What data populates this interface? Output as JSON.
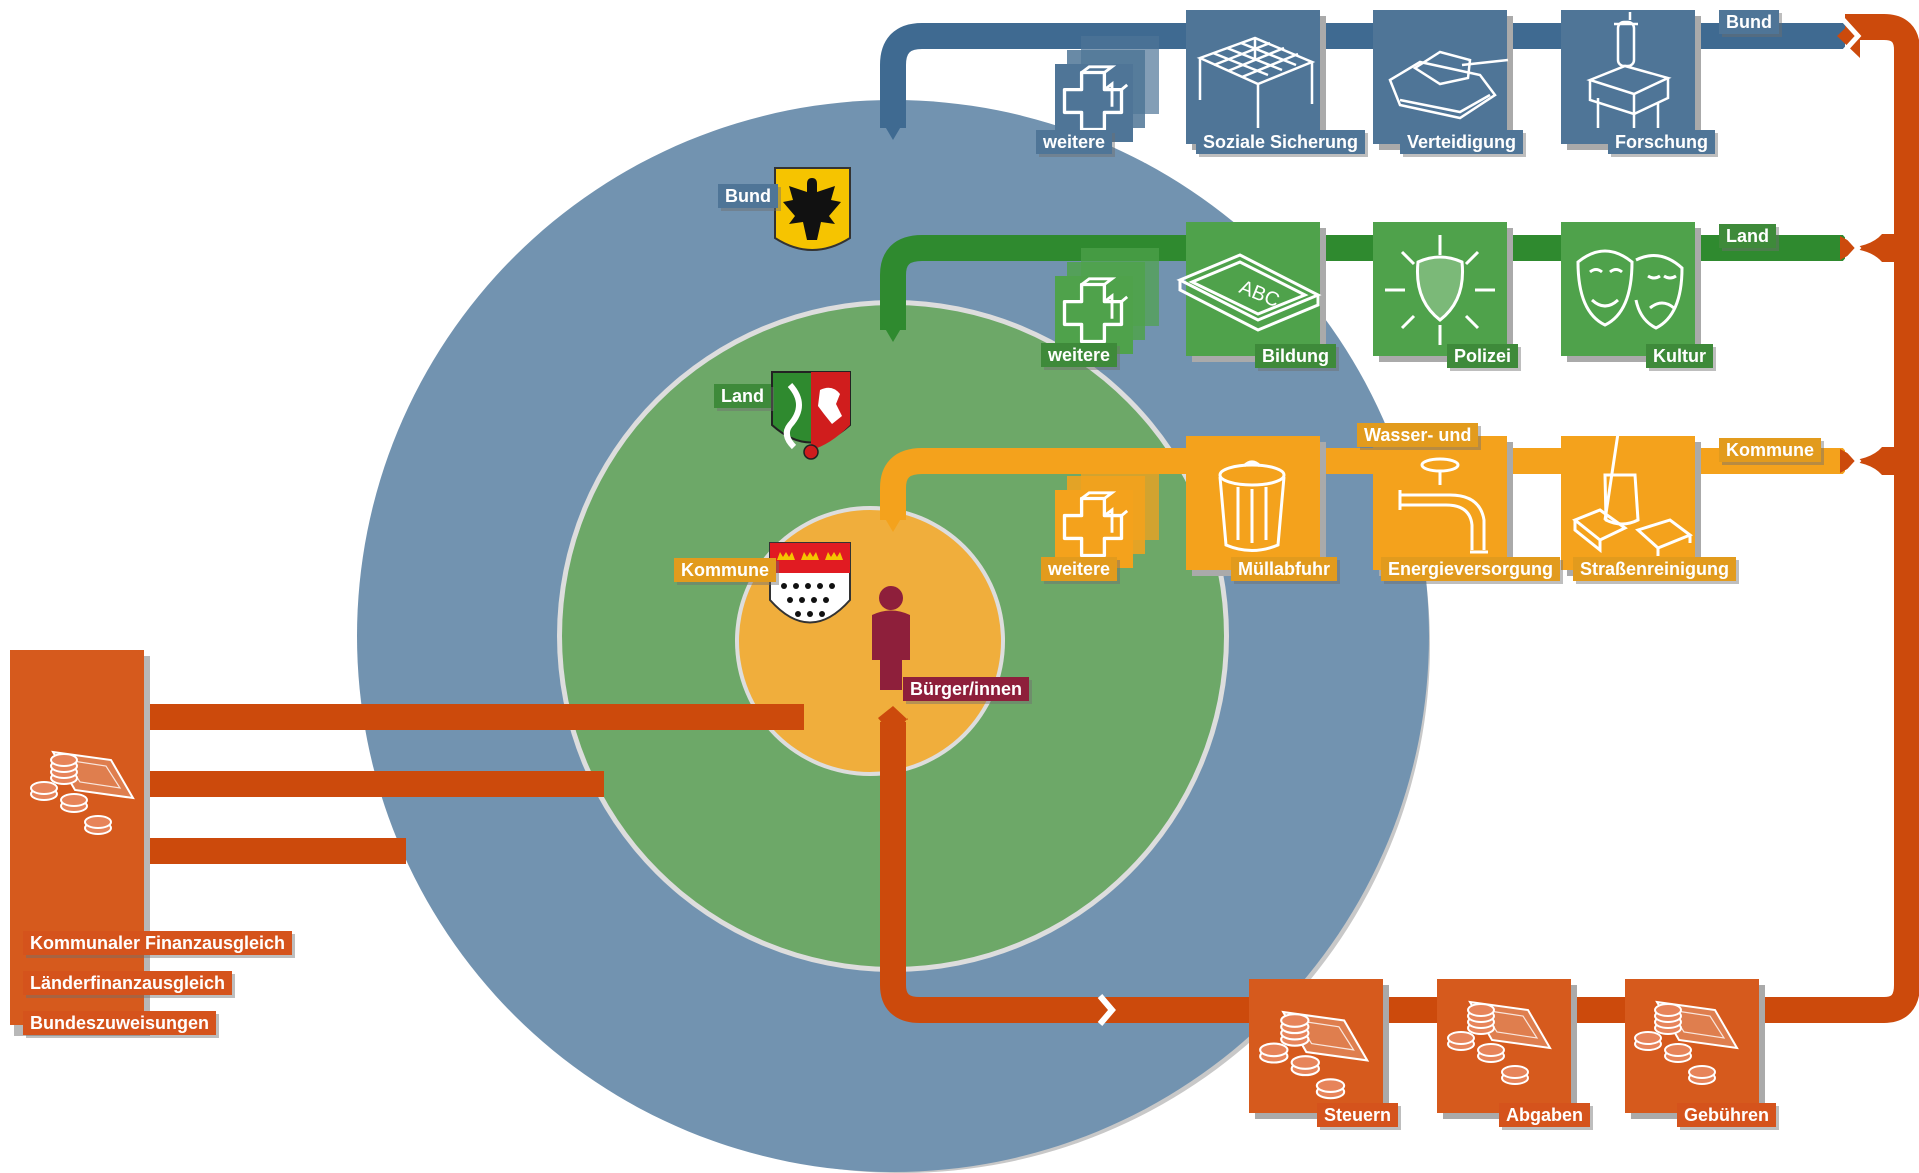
{
  "levels": {
    "bund": "Bund",
    "land": "Land",
    "kommune": "Kommune",
    "citizen": "Bürger/innen"
  },
  "rails": {
    "bund": "Bund",
    "land": "Land",
    "kommune": "Kommune"
  },
  "services": {
    "bund": [
      "weitere",
      "Soziale Sicherung",
      "Verteidigung",
      "Forschung"
    ],
    "land": [
      "weitere",
      "Bildung",
      "Polizei",
      "Kultur"
    ],
    "kommune": [
      "weitere",
      "Müllabfuhr",
      "Wasser- und",
      "Energieversorgung",
      "Straßenreinigung"
    ]
  },
  "revenue": [
    "Steuern",
    "Abgaben",
    "Gebühren"
  ],
  "transfers": [
    "Kommunaler Finanzausgleich",
    "Länderfinanzausgleich",
    "Bundeszuweisungen"
  ],
  "colors": {
    "bund": "#6f8fac",
    "bund_dark": "#3f6a91",
    "land": "#6aa865",
    "land_dark": "#2f8a2f",
    "kommune": "#f0ae3c",
    "kommune_dark": "#f4a21c",
    "flow": "#cc4a0c",
    "citizen": "#8e1f3b"
  },
  "icons": {
    "weitere": "puzzle-icon",
    "soziale_sicherung": "safety-net-icon",
    "verteidigung": "tank-icon",
    "forschung": "lab-flask-icon",
    "bildung": "chalkboard-icon",
    "polizei": "police-badge-icon",
    "kultur": "theater-masks-icon",
    "muellabfuhr": "trash-can-icon",
    "energie": "water-tap-icon",
    "strassenreinigung": "broom-bucket-icon",
    "money": "coins-and-banknote-icon",
    "citizen": "person-icon",
    "bund_emblem": "federal-eagle-icon",
    "land_emblem": "nrw-coat-of-arms-icon",
    "kommune_emblem": "koeln-coat-of-arms-icon"
  }
}
